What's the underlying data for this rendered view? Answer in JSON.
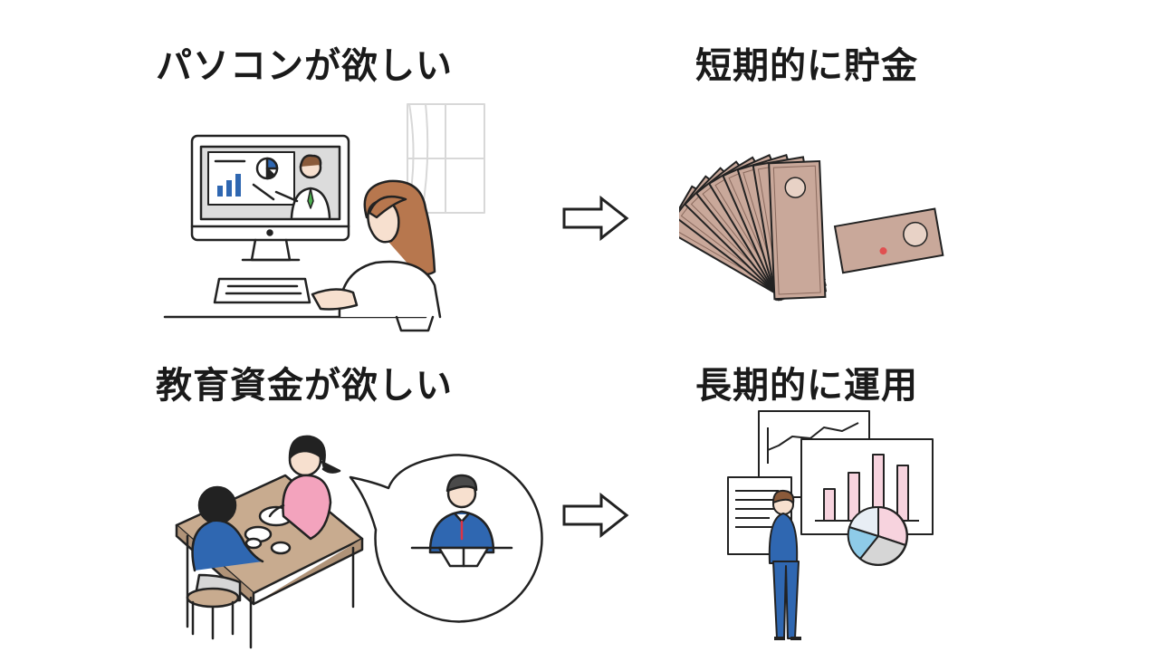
{
  "rows": [
    {
      "want": "パソコンが欲しい",
      "plan": "短期的に貯金",
      "want_illustration": "woman-at-computer-illustration",
      "plan_illustration": "fanned-banknotes-illustration"
    },
    {
      "want": "教育資金が欲しい",
      "plan": "長期的に運用",
      "want_illustration": "children-studying-illustration",
      "plan_illustration": "man-viewing-charts-illustration"
    }
  ],
  "arrow_icon": "right-arrow-icon",
  "colors": {
    "text": "#1a1a1a",
    "line": "#222222",
    "banknote": "#c9a89a",
    "skin": "#f7e0cf",
    "hair_brown": "#b7774e",
    "suit_blue": "#2f67b1",
    "pink": "#f3a3bd",
    "light_blue": "#8ecbe8",
    "table": "#c8ab8f"
  }
}
